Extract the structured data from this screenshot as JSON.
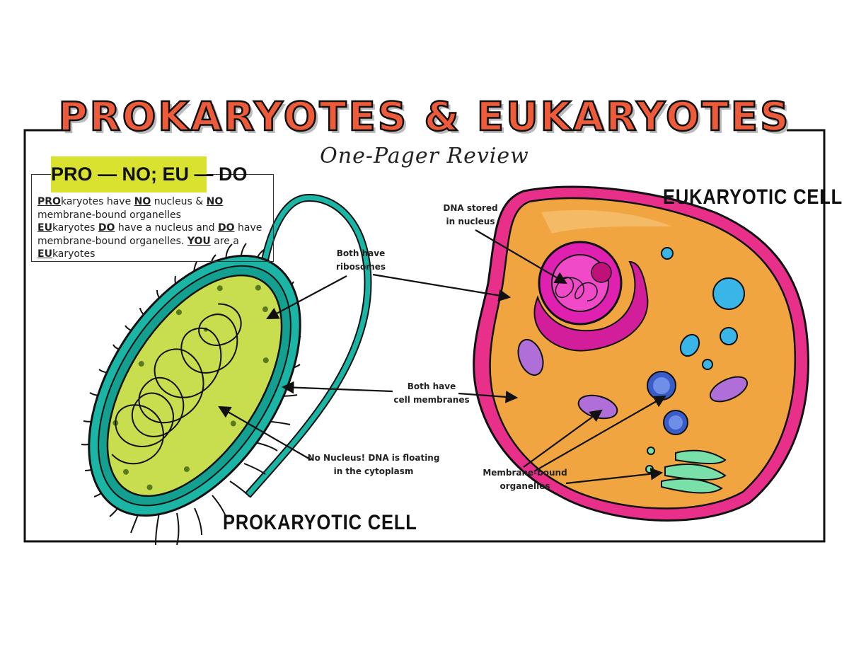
{
  "title": "PROKARYOTES & EUKARYOTES",
  "subtitle": "One-Pager Review",
  "mnemonic": "PRO — NO; EU — DO",
  "note": {
    "p1_pro": "PRO",
    "p1_a": "karyotes have ",
    "p1_no1": "NO",
    "p1_b": " nucleus & ",
    "p1_no2": "NO",
    "p1_c": " membrane-bound organelles",
    "p2_eu": "EU",
    "p2_a": "karyotes ",
    "p2_do1": "DO",
    "p2_b": " have a nucleus and ",
    "p2_do2": "DO",
    "p2_c": " have membrane-bound organelles. ",
    "p2_you": "YOU",
    "p2_d": " are a ",
    "p3_eu": "EU",
    "p3_a": "karyotes"
  },
  "labels": {
    "dna_nucleus": [
      "DNA stored",
      "in nucleus"
    ],
    "ribosomes": [
      "Both have",
      "ribosomes"
    ],
    "membranes": [
      "Both have",
      "cell membranes"
    ],
    "no_nucleus": [
      "No Nucleus! DNA is floating",
      "in the cytoplasm"
    ],
    "organelles": [
      "Membrane-bound",
      "organelles"
    ]
  },
  "cells": {
    "prokaryotic": "PROKARYOTIC CELL",
    "eukaryotic": "EUKARYOTIC CELL"
  },
  "colors": {
    "title": "#EE5B3B",
    "highlight": "#D9E22E",
    "prokaryote_fill": "#C8DE4E",
    "prokaryote_wall": "#1BB5A5",
    "eukaryote_membrane": "#E8308A",
    "eukaryote_cytoplasm": "#F0A540",
    "nucleus": "#E020B0"
  }
}
